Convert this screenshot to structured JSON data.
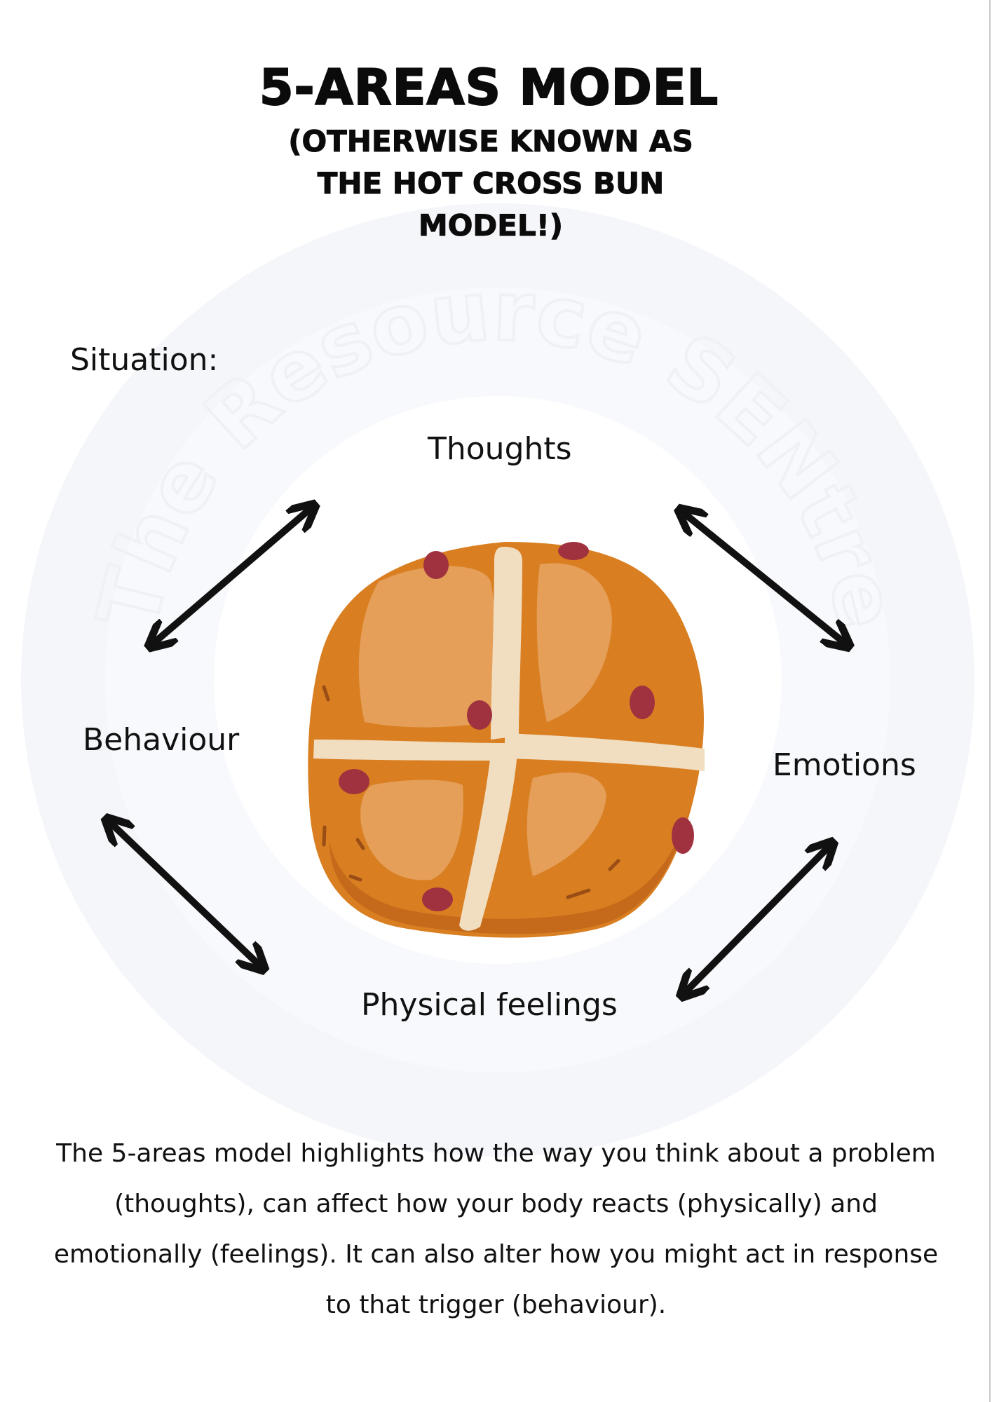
{
  "header": {
    "title": "5-AREAS MODEL",
    "subtitle": "(OTHERWISE KNOWN AS THE HOT CROSS BUN MODEL!)"
  },
  "labels": {
    "situation": "Situation:",
    "thoughts": "Thoughts",
    "behaviour": "Behaviour",
    "emotions": "Emotions",
    "physical_feelings": "Physical feelings"
  },
  "watermark": {
    "brand": "The Resource SENtre"
  },
  "description": "The 5-areas model highlights how the way you think about a problem (thoughts), can affect how your body reacts (physically) and emotionally (feelings). It can also alter how you might act in response to that trigger (behaviour).",
  "colors": {
    "bun_base": "#d97f22",
    "bun_dark": "#c56a1a",
    "cross": "#f1ddc0",
    "fruit": "#a0323f",
    "arrow": "#111111",
    "watermark": "#f3f5f9"
  },
  "icons": {
    "bun": "hot-cross-bun-illustration",
    "arrows": "double-headed-arrow-icon"
  }
}
